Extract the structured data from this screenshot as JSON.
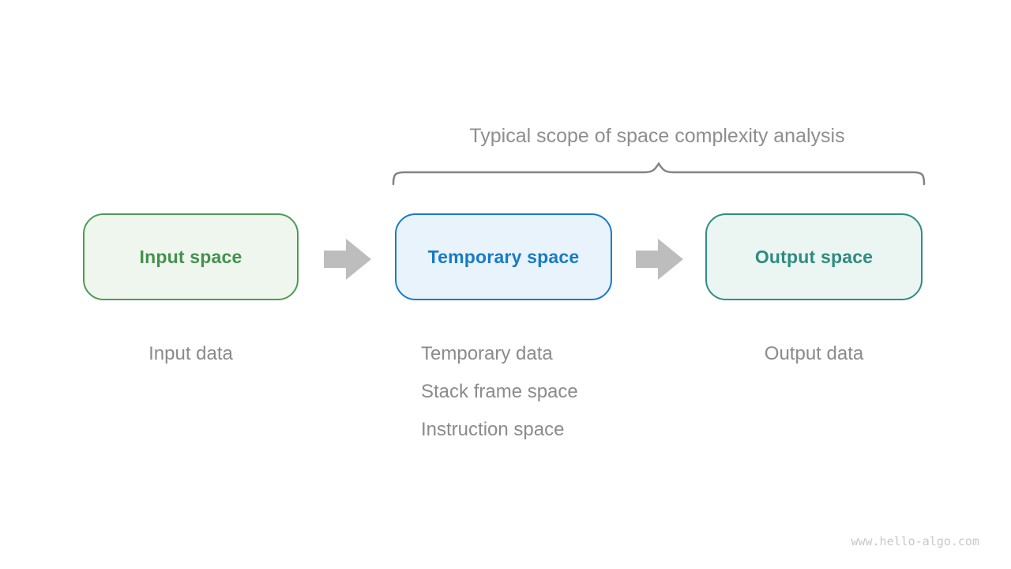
{
  "title": "Typical scope of space complexity analysis",
  "boxes": [
    {
      "label": "Input space",
      "note_lines": [
        "Input data"
      ]
    },
    {
      "label": "Temporary space",
      "note_lines": [
        "Temporary data",
        "Stack frame space",
        "Instruction space"
      ]
    },
    {
      "label": "Output space",
      "note_lines": [
        "Output data"
      ]
    }
  ],
  "footer": "www.hello-algo.com",
  "colors": {
    "input_accent": "#4f9a55",
    "input_fill": "#eff6ed",
    "temporary_accent": "#1a7ac5",
    "temporary_fill": "#e9f3fc",
    "output_accent": "#2f8d85",
    "output_fill": "#ebf5f2",
    "label_gray": "#8b8b8b",
    "title_gray": "#8e8e8e",
    "arrow_gray": "#bdbdbd",
    "brace_gray": "#838383",
    "footer_gray": "#c8c8c8"
  }
}
